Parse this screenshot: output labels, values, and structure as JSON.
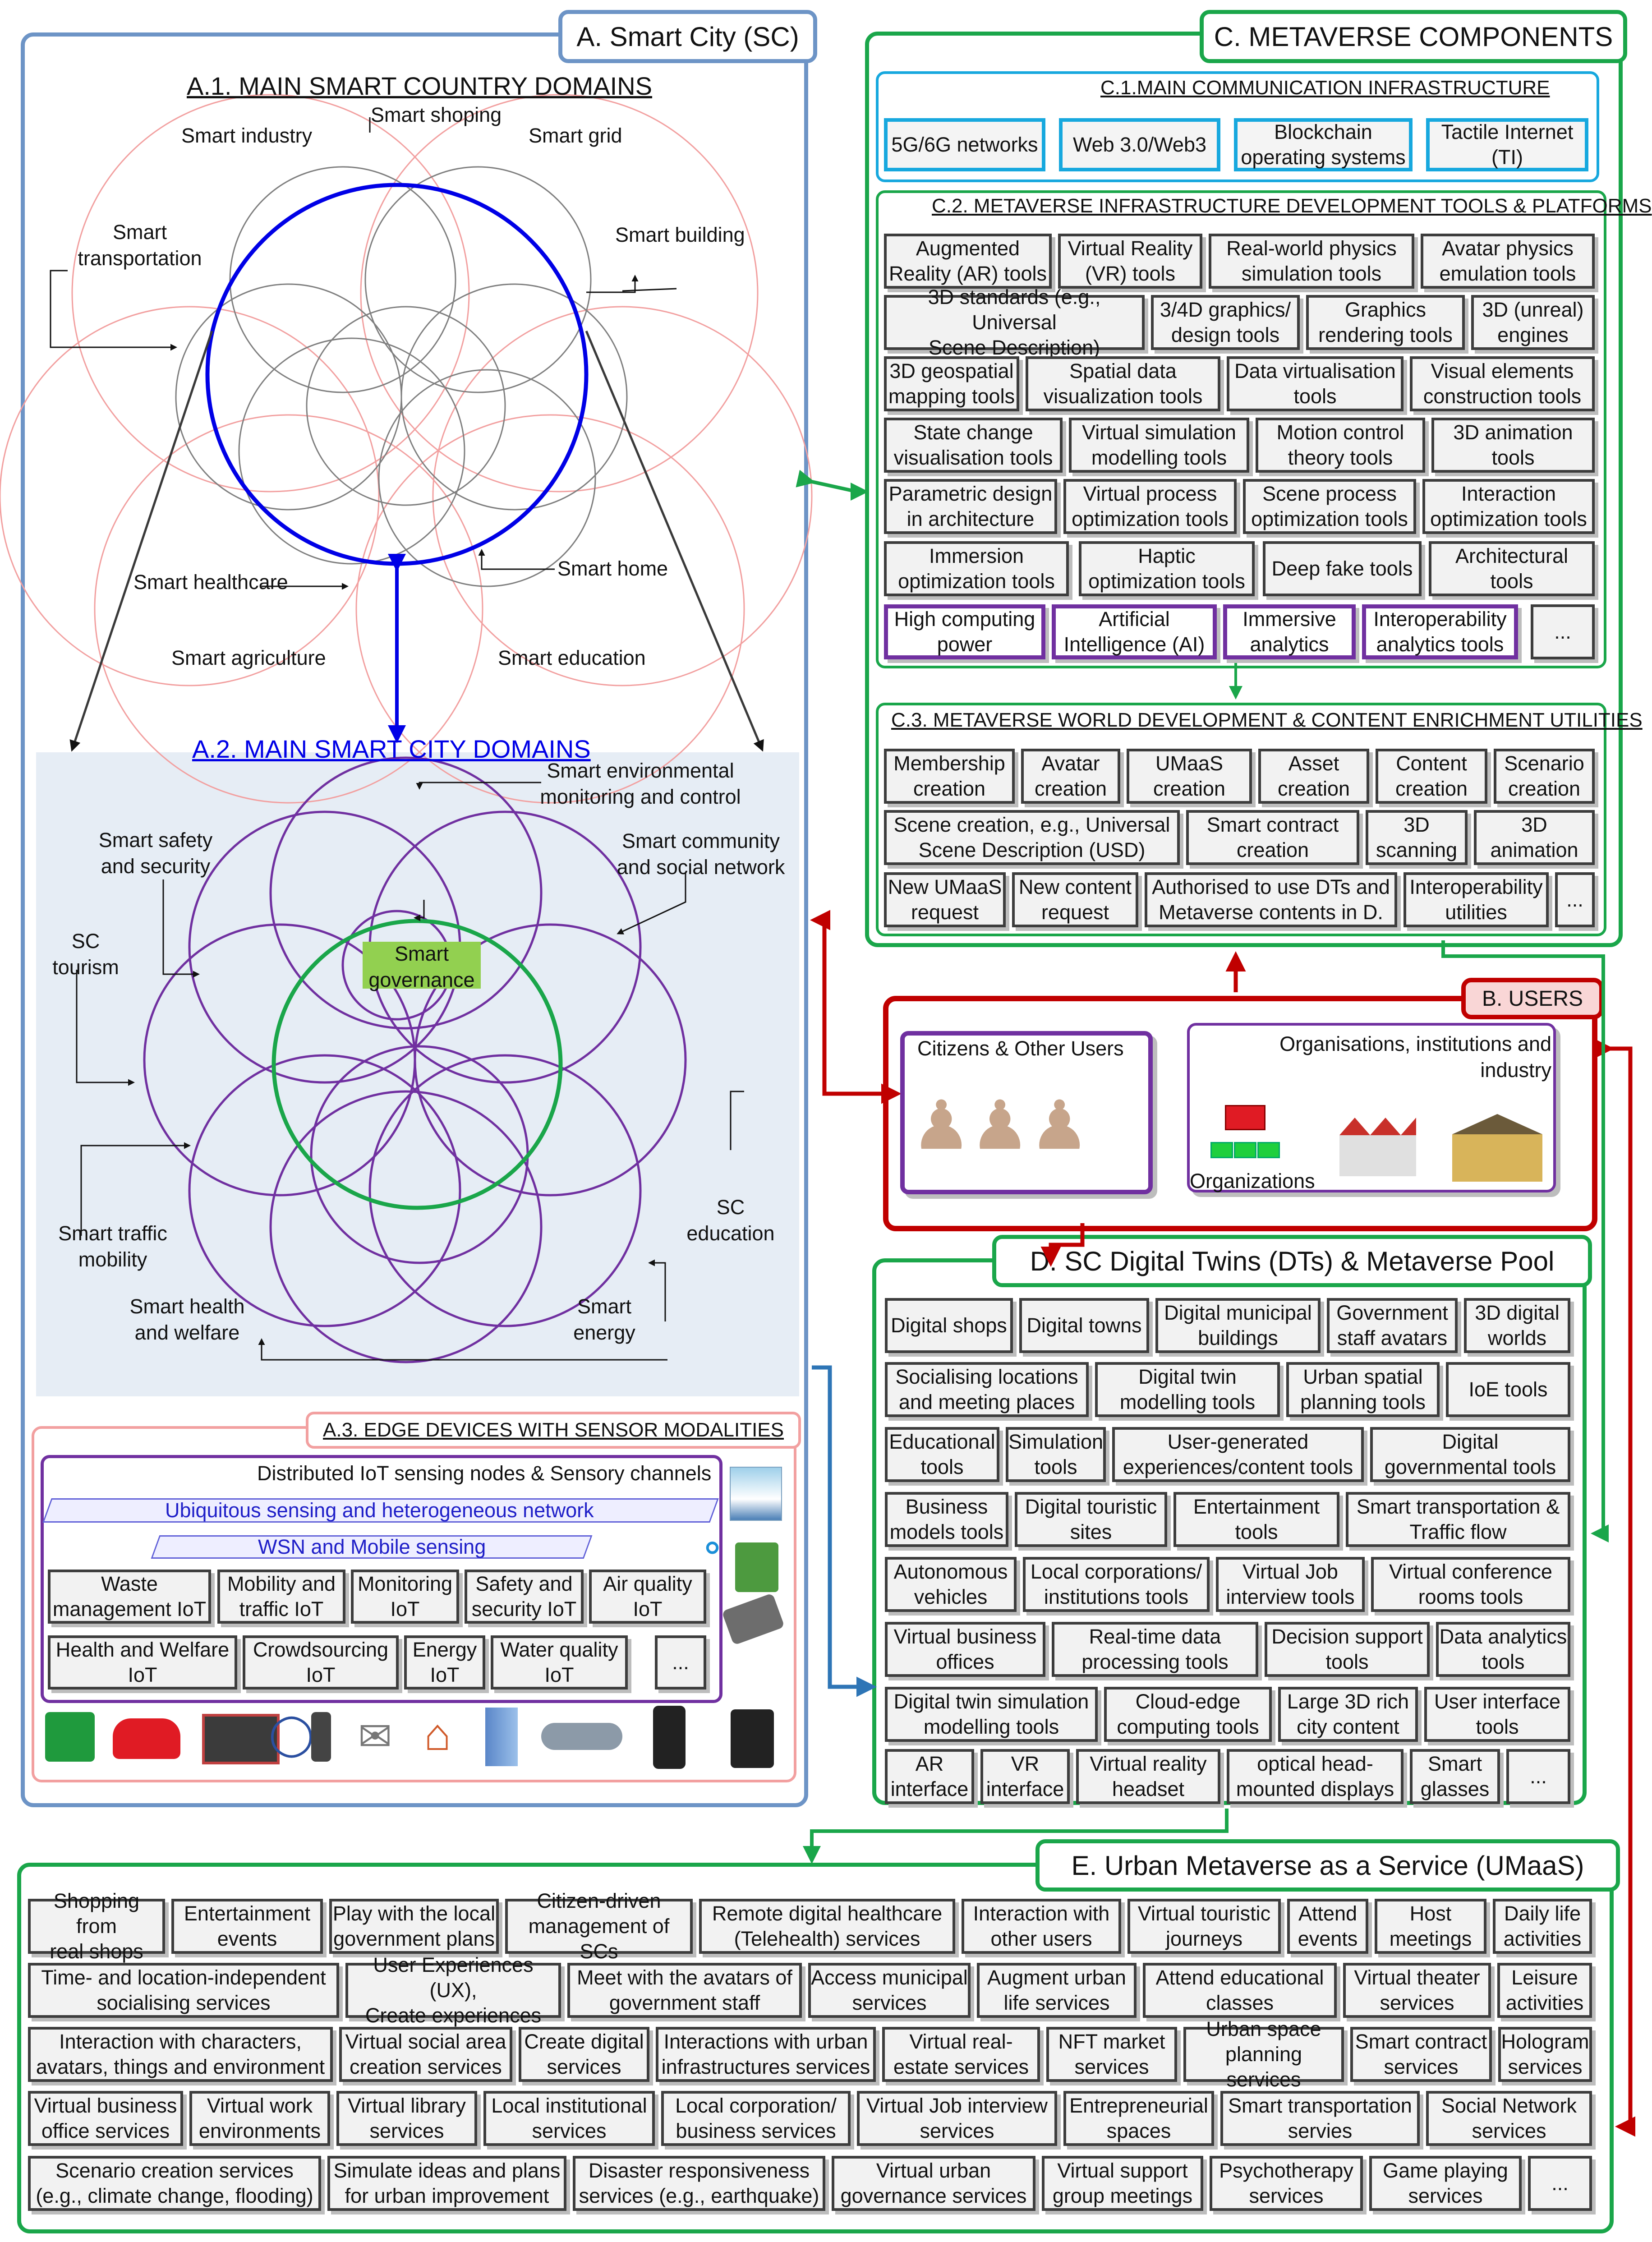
{
  "colors": {
    "sc_blue": "#6d94c6",
    "green": "#1aa64a",
    "users_red": "#c00000",
    "circle_blue": "#0000e6",
    "purple": "#7030a0",
    "cyan": "#17a8de",
    "pink": "#f2a0a0"
  },
  "section_a": {
    "title": "A. Smart City (SC)",
    "a1": {
      "title": "A.1. MAIN SMART COUNTRY DOMAINS",
      "labels": {
        "shopping": "Smart shoping",
        "industry": "Smart industry",
        "grid": "Smart grid",
        "transportation": "Smart\ntransportation",
        "building": "Smart building",
        "healthcare": "Smart healthcare",
        "home": "Smart home",
        "agriculture": "Smart agriculture",
        "education": "Smart education"
      }
    },
    "a2": {
      "title": "A.2. MAIN SMART CITY DOMAINS",
      "labels": {
        "environmental": "Smart environmental\nmonitoring and control",
        "safety": "Smart safety\nand security",
        "community": "Smart community\nand social network",
        "tourism": "SC\ntourism",
        "governance": "Smart\ngovernance",
        "sc_education": "SC\neducation",
        "traffic": "Smart traffic\nmobility",
        "health": "Smart health\nand welfare",
        "energy": "Smart\nenergy"
      }
    },
    "a3": {
      "title": "A.3. EDGE DEVICES WITH SENSOR MODALITIES",
      "header": "Distributed IoT sensing nodes &  Sensory channels",
      "band1": "Ubiquitous sensing and heterogeneous network",
      "band2": "WSN and Mobile sensing",
      "row1": [
        "Waste\nmanagement IoT",
        "Mobility and\ntraffic IoT",
        "Monitoring\nIoT",
        "Safety and\nsecurity IoT",
        "Air quality\nIoT"
      ],
      "row2": [
        "Health and Welfare\nIoT",
        "Crowdsourcing\nIoT",
        "Energy\nIoT",
        "Water quality\nIoT",
        "..."
      ],
      "icons": [
        "bus-icon",
        "car-icon",
        "train-icon",
        "bicycle-icon",
        "traffic-light-icon",
        "envelope-icon",
        "house-icon",
        "office-building-icon",
        "drone-icon",
        "smartphone-icon",
        "tablet-icon"
      ]
    }
  },
  "section_c": {
    "title": "C. METAVERSE COMPONENTS",
    "c1": {
      "title": "C.1.MAIN COMMUNICATION INFRASTRUCTURE",
      "items": [
        "5G/6G networks",
        "Web 3.0/Web3",
        "Blockchain\noperating systems",
        "Tactile Internet\n(TI)"
      ]
    },
    "c2": {
      "title": "C.2. METAVERSE INFRASTRUCTURE DEVELOPMENT TOOLS & PLATFORMS",
      "rows": [
        [
          "Augmented\nReality (AR) tools",
          "Virtual  Reality\n(VR) tools",
          "Real-world physics\nsimulation tools",
          "Avatar physics\nemulation tools"
        ],
        [
          "3D standards (e.g., Universal\nScene Description)",
          "3/4D graphics/\ndesign tools",
          "Graphics\nrendering tools",
          "3D (unreal)\nengines"
        ],
        [
          "3D geospatial\nmapping tools",
          "Spatial data\nvisualization tools",
          "Data virtualisation\ntools",
          "Visual elements\nconstruction tools"
        ],
        [
          "State change\nvisualisation tools",
          "Virtual simulation\nmodelling tools",
          "Motion control\ntheory tools",
          "3D animation\ntools"
        ],
        [
          "Parametric design\nin architecture",
          "Virtual process\noptimization tools",
          "Scene process\noptimization tools",
          "Interaction\noptimization tools"
        ],
        [
          "Immersion\noptimization tools",
          "Haptic\noptimization tools",
          "Deep fake tools",
          "Architectural\ntools"
        ],
        [
          "High computing\npower",
          "Artificial\nIntelligence (AI)",
          "Immersive\nanalytics",
          "Interoperability\nanalytics tools",
          "..."
        ]
      ]
    },
    "c3": {
      "title": "C.3. METAVERSE WORLD DEVELOPMENT & CONTENT ENRICHMENT UTILITIES",
      "rows": [
        [
          "Membership\ncreation",
          "Avatar\ncreation",
          "UMaaS\ncreation",
          "Asset\ncreation",
          "Content\ncreation",
          "Scenario\ncreation"
        ],
        [
          "Scene creation, e.g., Universal\nScene Description (USD)",
          "Smart contract\ncreation",
          "3D\nscanning",
          "3D\nanimation"
        ],
        [
          "New UMaaS\nrequest",
          "New content\nrequest",
          "Authorised to use DTs and\nMetaverse contents in D.",
          "Interoperability\nutilities",
          "..."
        ]
      ]
    }
  },
  "section_b": {
    "title": "B. USERS",
    "citizens": "Citizens & Other Users",
    "organisations": "Organisations, institutions and\nindustry",
    "org_chart": "Organizations"
  },
  "section_d": {
    "title": "D. SC Digital Twins (DTs) & Metaverse Pool",
    "rows": [
      [
        "Digital shops",
        "Digital towns",
        "Digital municipal\nbuildings",
        "Government\nstaff avatars",
        "3D digital\nworlds"
      ],
      [
        "Socialising locations\nand meeting places",
        "Digital twin\nmodelling tools",
        "Urban spatial\nplanning tools",
        "IoE tools"
      ],
      [
        "Educational\ntools",
        "Simulation\ntools",
        "User-generated\nexperiences/content tools",
        "Digital\ngovernmental tools"
      ],
      [
        "Business\nmodels tools",
        "Digital touristic\nsites",
        "Entertainment\ntools",
        "Smart transportation &\nTraffic flow"
      ],
      [
        "Autonomous\nvehicles",
        "Local corporations/\ninstitutions tools",
        "Virtual Job\ninterview tools",
        "Virtual conference\nrooms tools"
      ],
      [
        "Virtual business\noffices",
        "Real-time data\nprocessing tools",
        "Decision support\ntools",
        "Data analytics\ntools"
      ],
      [
        "Digital twin simulation\nmodelling tools",
        "Cloud-edge\ncomputing tools",
        "Large 3D rich\ncity content",
        "User interface\ntools"
      ],
      [
        "AR\ninterface",
        "VR\ninterface",
        "Virtual reality\nheadset",
        "optical head-\nmounted displays",
        "Smart\nglasses",
        "..."
      ]
    ]
  },
  "section_e": {
    "title": "E. Urban Metaverse as a Service (UMaaS)",
    "rows": [
      [
        "Shopping from\nreal shops",
        "Entertainment\nevents",
        "Play with the local\ngovernment plans",
        "Citizen-driven\nmanagement of SCs",
        "Remote digital healthcare\n(Telehealth) services",
        "Interaction with\nother users",
        "Virtual touristic\njourneys",
        "Attend\nevents",
        "Host\nmeetings",
        "Daily life\nactivities"
      ],
      [
        "Time- and  location-independent\nsocialising services",
        "User Experiences (UX),\nCreate experiences",
        "Meet with the avatars of\ngovernment staff",
        "Access municipal\nservices",
        "Augment urban\nlife services",
        "Attend educational\nclasses",
        "Virtual theater\nservices",
        "Leisure\nactivities"
      ],
      [
        "Interaction with characters,\navatars, things and environment",
        "Virtual social area\ncreation services",
        "Create digital\nservices",
        "Interactions with urban\ninfrastructures services",
        "Virtual real-\nestate services",
        "NFT market\nservices",
        "Urban space\nplanning services",
        "Smart contract\nservices",
        "Hologram\nservices"
      ],
      [
        "Virtual business\noffice services",
        "Virtual work\nenvironments",
        "Virtual library\nservices",
        "Local institutional\nservices",
        "Local corporation/\nbusiness services",
        "Virtual Job interview\nservices",
        "Entrepreneurial\nspaces",
        "Smart transportation\nservies",
        "Social Network\nservices"
      ],
      [
        "Scenario creation services\n(e.g., climate change, flooding)",
        "Simulate ideas and plans\nfor urban improvement",
        "Disaster responsiveness\nservices (e.g., earthquake)",
        "Virtual urban\ngovernance services",
        "Virtual support\ngroup meetings",
        "Psychotherapy\nservices",
        "Game playing\nservices",
        "..."
      ]
    ]
  }
}
